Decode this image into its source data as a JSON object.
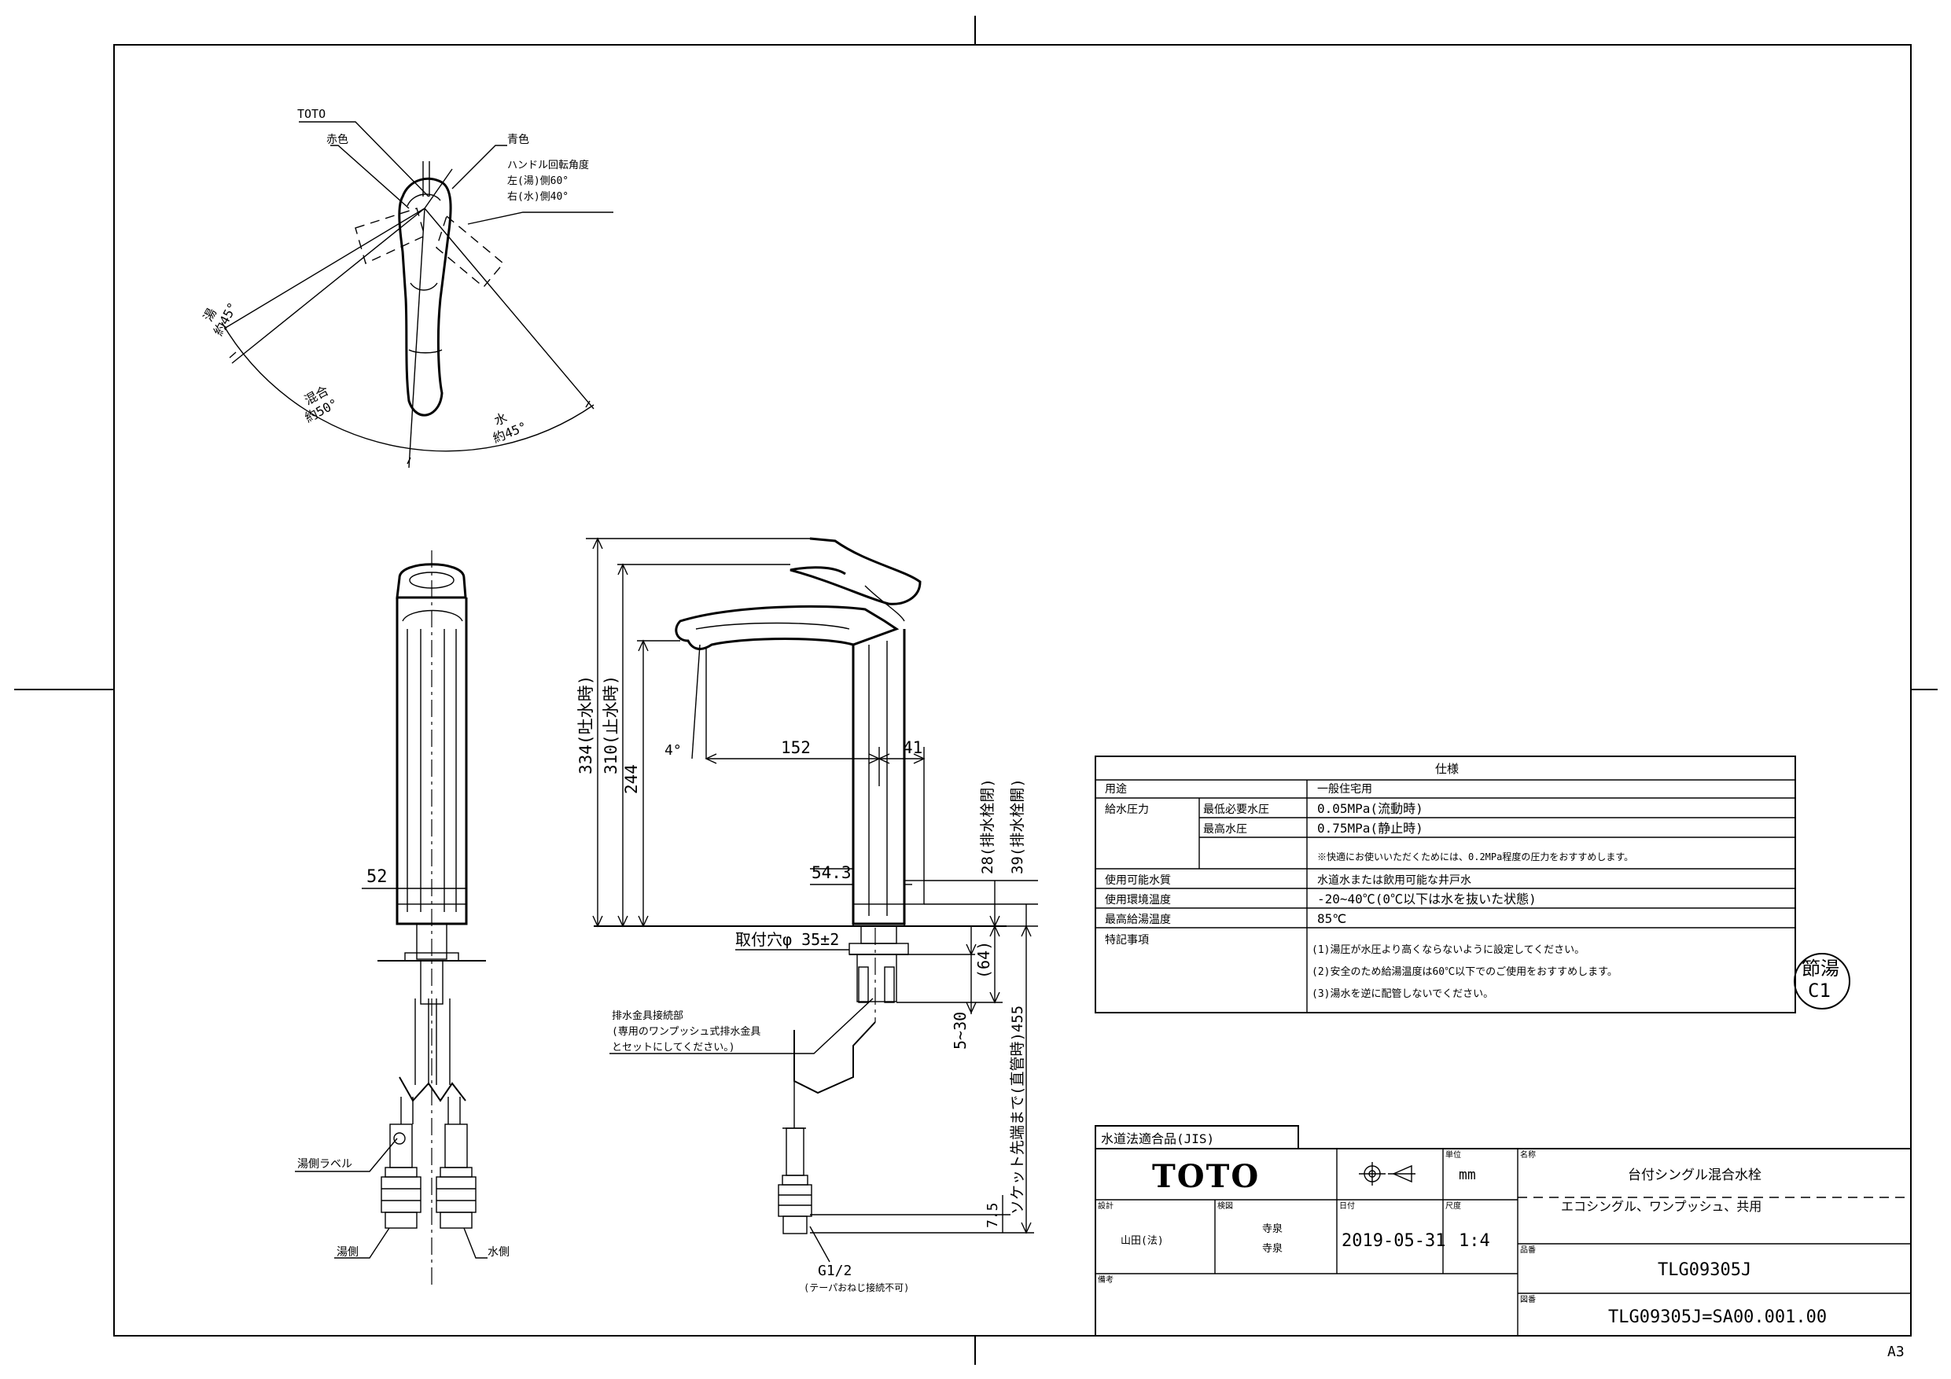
{
  "top_view": {
    "brand_label": "TOTO",
    "red_label": "赤色",
    "blue_label": "青色",
    "handle_angle_title": "ハンドル回転角度",
    "handle_left": "左(湯)側60°",
    "handle_right": "右(水)側40°",
    "hot_label": "湯",
    "hot_angle": "約45°",
    "mix_label": "混合",
    "mix_angle": "約50°",
    "cold_label": "水",
    "cold_angle": "約45°"
  },
  "front_view": {
    "width_dim": "52",
    "label_hot_cold": "湯側ラベル",
    "hot_side": "湯側",
    "cold_side": "水側"
  },
  "side_view": {
    "dim_334": "334(吐水時)",
    "dim_310": "310(止水時)",
    "dim_244": "244",
    "angle_4": "4°",
    "dim_152": "152",
    "dim_41": "41",
    "dim_54_3": "54.3",
    "mount_hole": "取付穴φ 35±2",
    "dim_64": "(64)",
    "dim_5_30": "5~30",
    "dim_28": "28(排水栓閉)",
    "dim_39": "39(排水栓開)",
    "dim_455": "ソケット先端まで(直管時)455",
    "dim_7_5": "7.5",
    "drain_note_1": "排水金具接続部",
    "drain_note_2": "(専用のワンプッシュ式排水金具",
    "drain_note_3": "とセットにしてください。)",
    "thread": "G1/2",
    "thread_note": "(テーパおねじ接続不可)"
  },
  "specs": {
    "title": "仕様",
    "rows": [
      {
        "label": "用途",
        "sub": "",
        "value": "一般住宅用"
      },
      {
        "label": "給水圧力",
        "sub": "最低必要水圧",
        "value": "0.05MPa(流動時)"
      },
      {
        "label": "",
        "sub": "最高水圧",
        "value": "0.75MPa(静止時)"
      },
      {
        "label": "",
        "sub": "",
        "value": "※快適にお使いいただくためには、0.2MPa程度の圧力をおすすめします。"
      },
      {
        "label": "使用可能水質",
        "sub": "",
        "value": "水道水または飲用可能な井戸水"
      },
      {
        "label": "使用環境温度",
        "sub": "",
        "value": "-20~40℃(0℃以下は水を抜いた状態)"
      },
      {
        "label": "最高給湯温度",
        "sub": "",
        "value": "85℃"
      },
      {
        "label": "特記事項",
        "sub": "",
        "value": "(1)湯圧が水圧より高くならないように設定してください。"
      },
      {
        "label": "",
        "sub": "",
        "value": "(2)安全のため給湯温度は60℃以下でのご使用をおすすめします。"
      },
      {
        "label": "",
        "sub": "",
        "value": "(3)湯水を逆に配管しないでください。"
      }
    ]
  },
  "badge": {
    "line1": "節湯",
    "line2": "C1"
  },
  "title_block": {
    "compliance": "水道法適合品(JIS)",
    "logo": "TOTO",
    "unit_label": "単位",
    "unit": "mm",
    "name_label": "名称",
    "product_name": "台付シングル混合水栓",
    "product_sub": "エコシングル、ワンプッシュ、共用",
    "design_label": "設計",
    "check_label": "検図",
    "designer": "山田(法)",
    "checker1": "寺泉",
    "checker2": "寺泉",
    "date_label": "日付",
    "date": "2019-05-31",
    "scale_label": "尺度",
    "scale": "1:4",
    "model_label": "品番",
    "model": "TLG09305J",
    "notes_label": "備考",
    "drawing_label": "図番",
    "drawing_no": "TLG09305J=SA00.001.00"
  },
  "sheet_size": "A3"
}
